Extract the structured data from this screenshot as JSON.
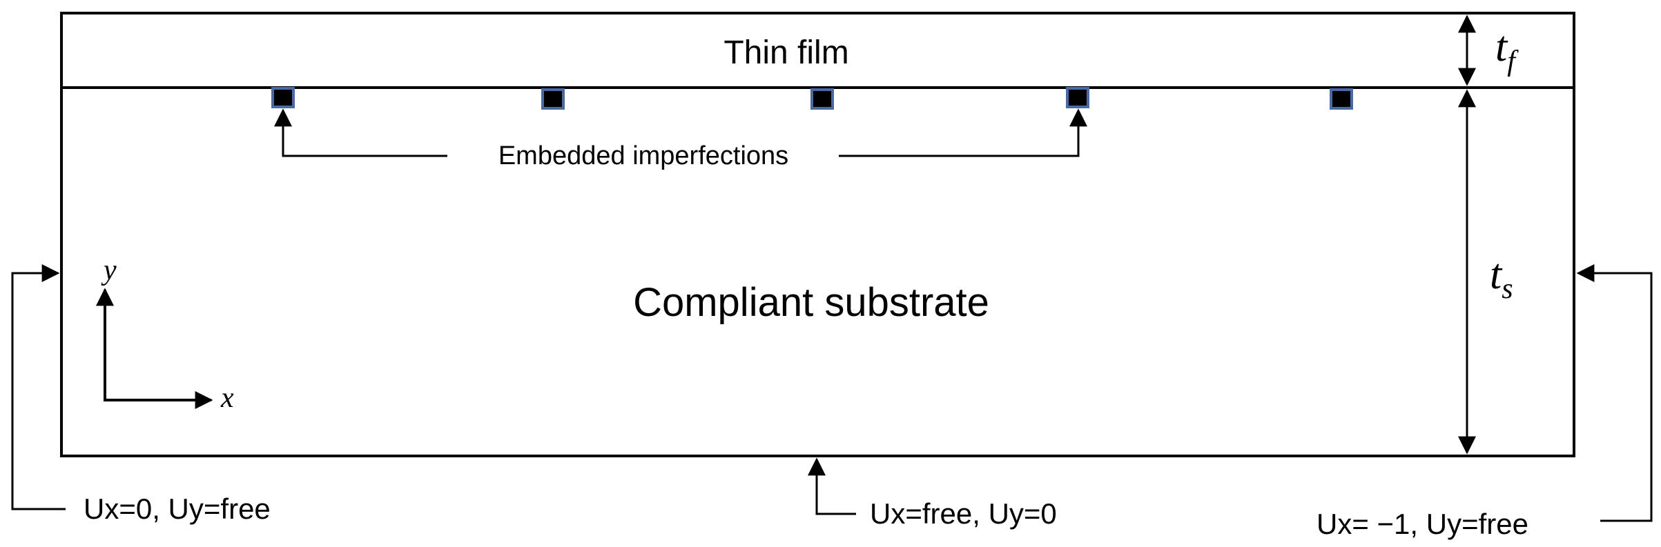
{
  "diagram": {
    "film_label": "Thin film",
    "substrate_label": "Compliant substrate",
    "imperfections_label": "Embedded imperfections",
    "film_thickness": {
      "symbol": "t",
      "subscript": "f"
    },
    "substrate_thickness": {
      "symbol": "t",
      "subscript": "s"
    },
    "axes": {
      "x": "x",
      "y": "y"
    },
    "boundary_conditions": {
      "left": "Ux=0, Uy=free",
      "bottom": "Ux=free, Uy=0",
      "right": "Ux= −1, Uy=free"
    },
    "imperfection_count": 5,
    "colors": {
      "line": "#000000",
      "imperfection_fill": "#000000",
      "imperfection_border": "#4a6aa5",
      "background": "#ffffff"
    }
  }
}
